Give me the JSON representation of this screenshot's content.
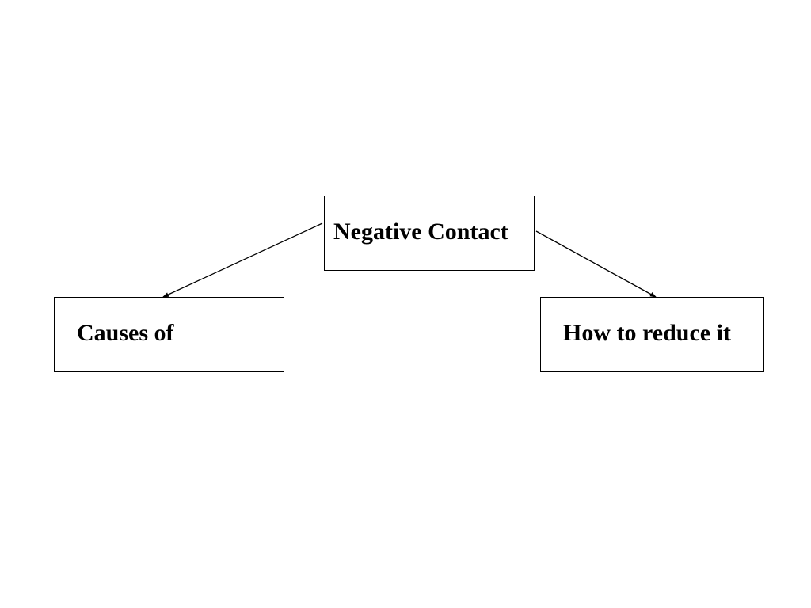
{
  "diagram": {
    "root": {
      "label": "Negative Contact"
    },
    "children": [
      {
        "label": "Causes of"
      },
      {
        "label": "How to reduce it"
      }
    ]
  },
  "colors": {
    "stroke": "#000000",
    "background": "#ffffff",
    "text": "#000000"
  }
}
